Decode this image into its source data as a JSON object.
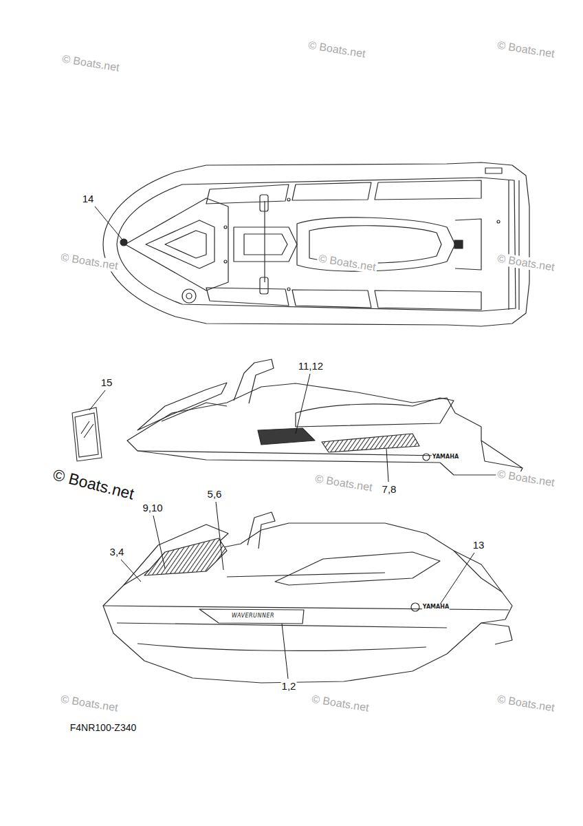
{
  "diagram": {
    "labels": [
      "14",
      "15",
      "11,12",
      "7,8",
      "9,10",
      "5,6",
      "3,4",
      "13",
      "1,2",
      "YAMAHA",
      "YAMAHA",
      "WAVERUNNER",
      "F4NR100-Z340",
      "© Boats.net",
      "© Boats.net",
      "© Boats.net",
      "© Boats.net",
      "© Boats.net",
      "© Boats.net",
      "© Boats.net",
      "© Boats.net",
      "© Boats.net",
      "© Boats.net",
      "© Boats.net",
      "© Boats.net"
    ]
  }
}
